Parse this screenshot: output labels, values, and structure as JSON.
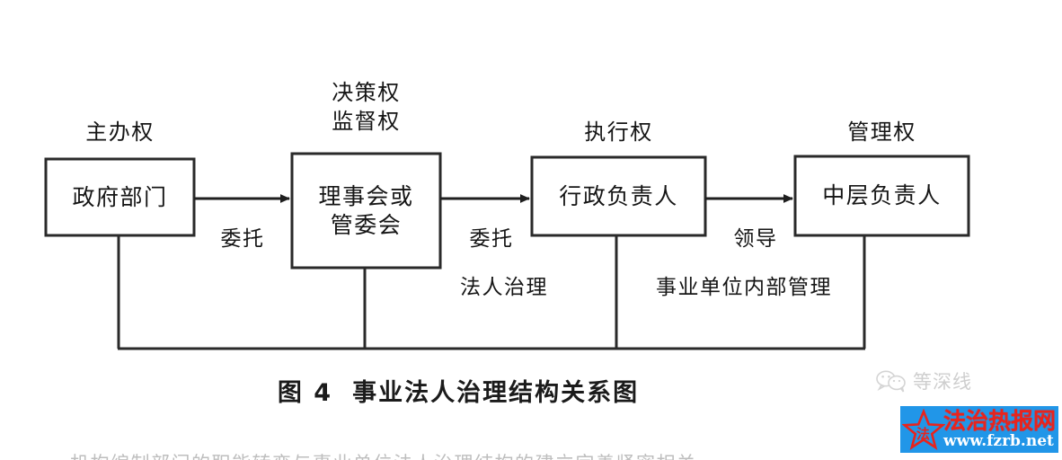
{
  "figure": {
    "caption_number": "图 4",
    "caption_title": "事业法人治理结构关系图",
    "background_color": "#ffffff",
    "line_color": "#2a2a2a",
    "text_color": "#151515"
  },
  "nodes": [
    {
      "id": "gov",
      "label": "政府部门",
      "power": "主办权"
    },
    {
      "id": "board",
      "label": "理事会或\n管委会",
      "power": "决策权\n监督权"
    },
    {
      "id": "admin",
      "label": "行政负责人",
      "power": "执行权"
    },
    {
      "id": "midlevel",
      "label": "中层负责人",
      "power": "管理权"
    }
  ],
  "edges": [
    {
      "id": "gov-board",
      "from": "gov",
      "to": "board",
      "label": "委托",
      "sublabel": ""
    },
    {
      "id": "board-admin",
      "from": "board",
      "to": "admin",
      "label": "委托",
      "sublabel": "法人治理"
    },
    {
      "id": "admin-midlevel",
      "from": "admin",
      "to": "midlevel",
      "label": "领导",
      "sublabel": "事业单位内部管理"
    }
  ],
  "domain_labels": [
    {
      "id": "corporate-governance",
      "text": "法人治理"
    },
    {
      "id": "internal-management",
      "text": "事业单位内部管理"
    }
  ],
  "watermarks": {
    "wechat": {
      "icon": "wechat-icon",
      "text": "等深线"
    },
    "site": {
      "star_char": "法",
      "name": "法治热报网",
      "url": "www.fzrb.net",
      "background_color": "#2196e8",
      "text_color": "#e8241d",
      "url_color": "#ffffff"
    }
  },
  "cutoff_body_text": "机构编制部门的职能转变与事业单位法人治理结构的建立完善紧密相关"
}
